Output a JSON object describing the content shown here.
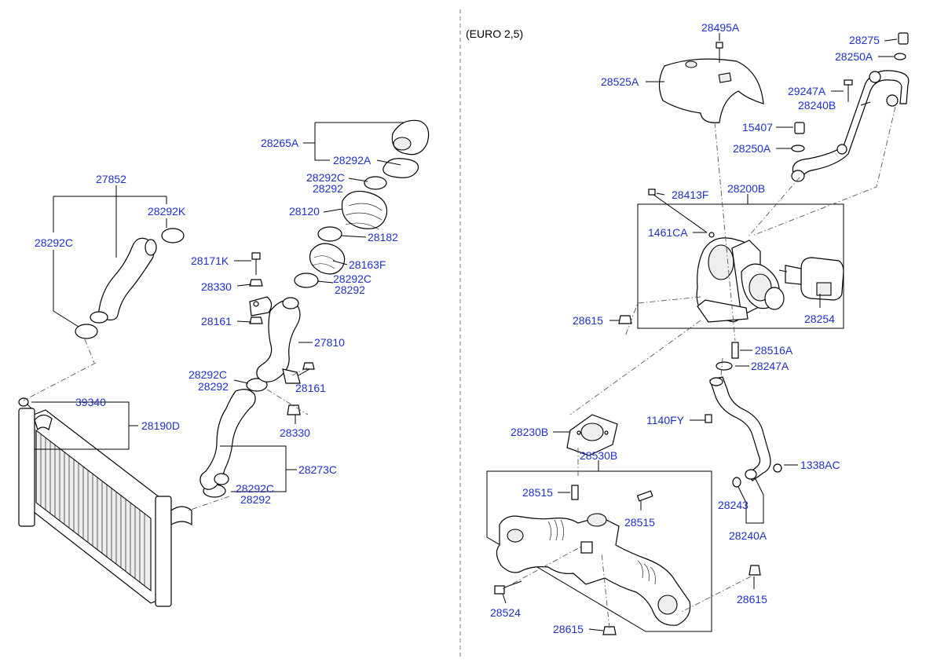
{
  "diagram": {
    "variant_note": "(EURO 2,5)",
    "labels": {
      "l28265A": "28265A",
      "l28292A": "28292A",
      "l28292C_1": "28292C",
      "l28292_1": "28292",
      "l28120": "28120",
      "l28182": "28182",
      "l28163F": "28163F",
      "l28292C_2": "28292C",
      "l28292_2": "28292",
      "l27852": "27852",
      "l28292K": "28292K",
      "l28292C_3": "28292C",
      "l28171K": "28171K",
      "l28330_1": "28330",
      "l28161_1": "28161",
      "l27810": "27810",
      "l28292C_4": "28292C",
      "l28292_3": "28292",
      "l28161_2": "28161",
      "l28330_2": "28330",
      "l39340": "39340",
      "l28190D": "28190D",
      "l28273C": "28273C",
      "l28292C_5": "28292C",
      "l28292_4": "28292",
      "l28495A": "28495A",
      "l28525A": "28525A",
      "l28275": "28275",
      "l28250A_1": "28250A",
      "l29247A": "29247A",
      "l28240B": "28240B",
      "l15407": "15407",
      "l28250A_2": "28250A",
      "l28413F": "28413F",
      "l28200B": "28200B",
      "l1461CA": "1461CA",
      "l28615_1": "28615",
      "l28254": "28254",
      "l28516A": "28516A",
      "l28247A": "28247A",
      "l1140FY": "1140FY",
      "l28230B": "28230B",
      "l28530B": "28530B",
      "l28515_1": "28515",
      "l28515_2": "28515",
      "l1338AC": "1338AC",
      "l28243": "28243",
      "l28240A": "28240A",
      "l28524": "28524",
      "l28615_2": "28615",
      "l28615_3": "28615"
    }
  }
}
